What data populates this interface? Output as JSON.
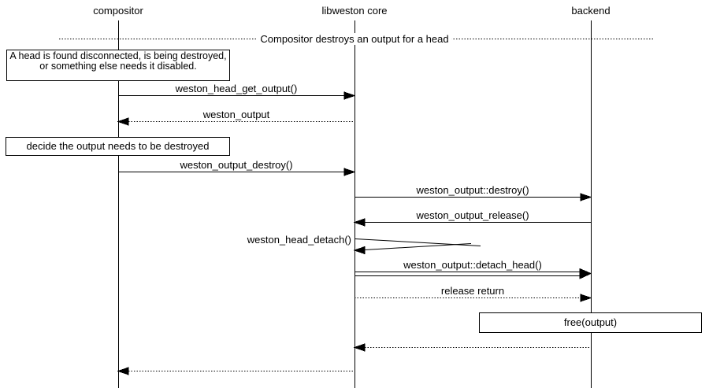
{
  "diagram": {
    "participants": [
      {
        "name": "compositor"
      },
      {
        "name": "libweston core"
      },
      {
        "name": "backend"
      }
    ],
    "divider_label": "Compositor destroys an output for a head",
    "notes": [
      {
        "text": "A head is found disconnected, is being destroyed, or something else needs it disabled."
      },
      {
        "text": "decide the output needs to be destroyed"
      },
      {
        "text": "free(output)"
      }
    ],
    "messages": [
      {
        "label": "weston_head_get_output()",
        "from": "compositor",
        "to": "libweston core",
        "style": "solid"
      },
      {
        "label": "weston_output",
        "from": "libweston core",
        "to": "compositor",
        "style": "dotted"
      },
      {
        "label": "weston_output_destroy()",
        "from": "compositor",
        "to": "libweston core",
        "style": "solid"
      },
      {
        "label": "weston_output::destroy()",
        "from": "libweston core",
        "to": "backend",
        "style": "solid"
      },
      {
        "label": "weston_output_release()",
        "from": "backend",
        "to": "libweston core",
        "style": "solid"
      },
      {
        "label": "weston_head_detach()",
        "from": "libweston core",
        "to": "libweston core",
        "style": "self"
      },
      {
        "label": "weston_output::detach_head()",
        "from": "libweston core",
        "to": "backend",
        "style": "double"
      },
      {
        "label": "release return",
        "from": "libweston core",
        "to": "backend",
        "style": "dotted"
      },
      {
        "label": "",
        "from": "backend",
        "to": "libweston core",
        "style": "dotted"
      },
      {
        "label": "",
        "from": "libweston core",
        "to": "compositor",
        "style": "dotted"
      }
    ],
    "colors": {
      "line": "#000000",
      "background": "#ffffff"
    }
  }
}
